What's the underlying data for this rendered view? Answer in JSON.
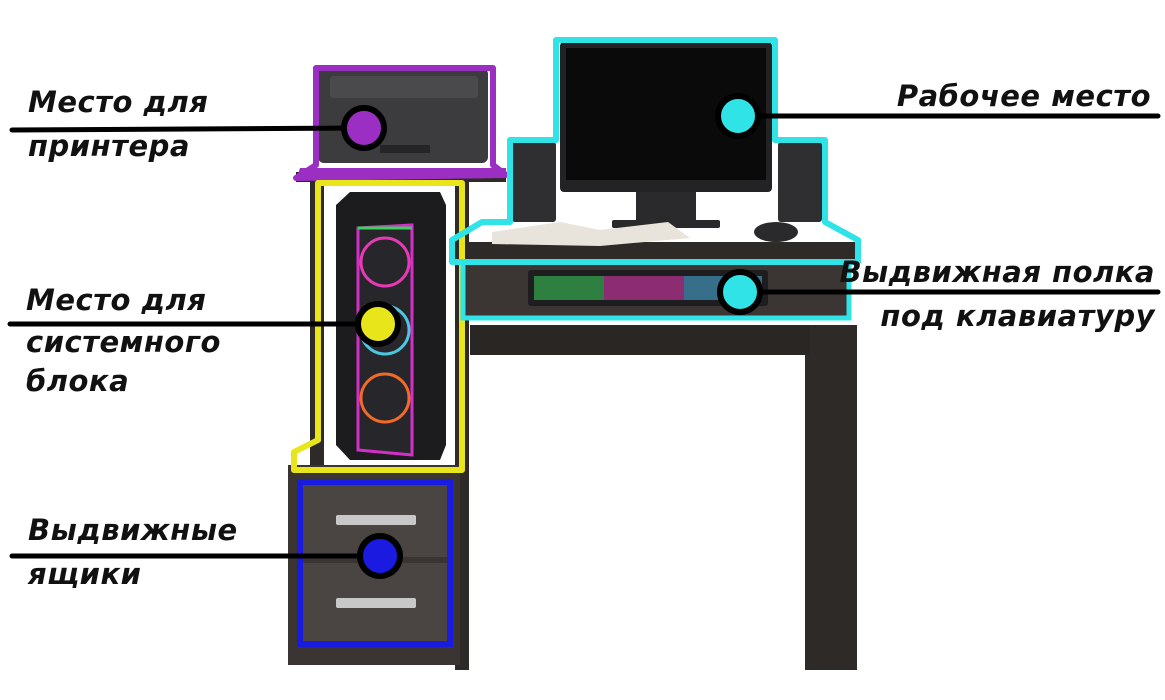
{
  "labels": {
    "printer": {
      "line1": "Место для",
      "line2": "принтера"
    },
    "workspace": {
      "line1": "Рабочее место"
    },
    "system_unit": {
      "line1": "Место для",
      "line2": "системного",
      "line3": "блока"
    },
    "keyboard_shelf": {
      "line1": "Выдвижная полка",
      "line2": "под клавиатуру"
    },
    "drawers": {
      "line1": "Выдвижные",
      "line2": "ящики"
    }
  },
  "colors": {
    "printer": "#9b2fc4",
    "system_unit": "#e8e61a",
    "workspace": "#2fe3e6",
    "drawers": "#1a1ae0",
    "desk": "#2e2a28",
    "leader": "#000000"
  }
}
